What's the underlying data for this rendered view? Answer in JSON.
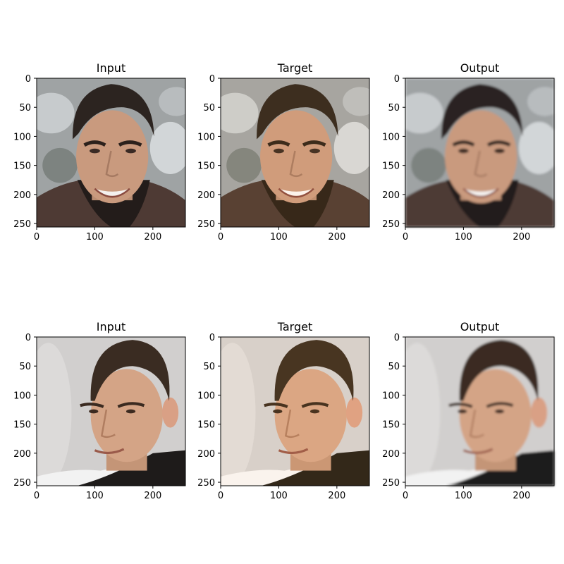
{
  "figure": {
    "panels": [
      {
        "title": "Input",
        "subject": "row1",
        "variant": "input"
      },
      {
        "title": "Target",
        "subject": "row1",
        "variant": "target"
      },
      {
        "title": "Output",
        "subject": "row1",
        "variant": "output"
      },
      {
        "title": "Input",
        "subject": "row2",
        "variant": "input"
      },
      {
        "title": "Target",
        "subject": "row2",
        "variant": "target"
      },
      {
        "title": "Output",
        "subject": "row2",
        "variant": "output"
      }
    ],
    "x_ticks": [
      0,
      100,
      200
    ],
    "y_ticks": [
      0,
      50,
      100,
      150,
      200,
      250
    ],
    "xlim": [
      0,
      256
    ],
    "ylim": [
      256,
      0
    ]
  }
}
